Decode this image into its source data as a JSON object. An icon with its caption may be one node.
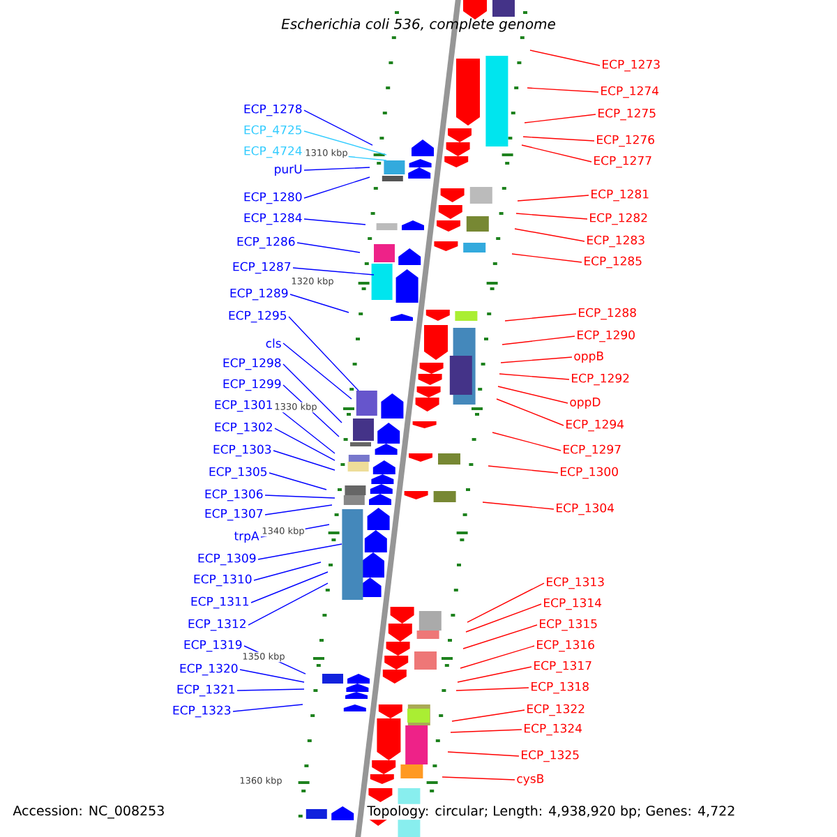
{
  "diagram": {
    "title": "Escherichia coli 536, complete genome",
    "nodes": [
      {
        "text": [
          "ECP_1278"
        ]
      },
      {
        "text": [
          "ECP_4725"
        ]
      },
      {
        "text": [
          "ECP_4724"
        ]
      },
      {
        "text": [
          "purU"
        ]
      },
      {
        "text": [
          "ECP_1280"
        ]
      },
      {
        "text": [
          "ECP_1284"
        ]
      },
      {
        "text": [
          "ECP_1286"
        ]
      },
      {
        "text": [
          "ECP_1287"
        ]
      },
      {
        "text": [
          "ECP_1289"
        ]
      },
      {
        "text": [
          "ECP_1295"
        ]
      },
      {
        "text": [
          "cls"
        ]
      },
      {
        "text": [
          "ECP_1298"
        ]
      },
      {
        "text": [
          "ECP_1299"
        ]
      },
      {
        "text": [
          "ECP_1301"
        ]
      },
      {
        "text": [
          "ECP_1302"
        ]
      },
      {
        "text": [
          "ECP_1303"
        ]
      },
      {
        "text": [
          "ECP_1305"
        ]
      },
      {
        "text": [
          "ECP_1306"
        ]
      },
      {
        "text": [
          "ECP_1307"
        ]
      },
      {
        "text": [
          "trpA"
        ]
      },
      {
        "text": [
          "ECP_1309"
        ]
      },
      {
        "text": [
          "ECP_1310"
        ]
      },
      {
        "text": [
          "ECP_1311"
        ]
      },
      {
        "text": [
          "ECP_1312"
        ]
      },
      {
        "text": [
          "ECP_1319"
        ]
      },
      {
        "text": [
          "ECP_1320"
        ]
      },
      {
        "text": [
          "ECP_1321"
        ]
      },
      {
        "text": [
          "ECP_1323"
        ]
      },
      {
        "text": [
          "ECP_1273"
        ]
      },
      {
        "text": [
          "ECP_1274"
        ]
      },
      {
        "text": [
          "ECP_1275"
        ]
      },
      {
        "text": [
          "ECP_1276"
        ]
      },
      {
        "text": [
          "ECP_1277"
        ]
      },
      {
        "text": [
          "ECP_1281"
        ]
      },
      {
        "text": [
          "ECP_1282"
        ]
      },
      {
        "text": [
          "ECP_1283"
        ]
      },
      {
        "text": [
          "ECP_1285"
        ]
      },
      {
        "text": [
          "ECP_1288"
        ]
      },
      {
        "text": [
          "ECP_1290"
        ]
      },
      {
        "text": [
          "oppB"
        ]
      },
      {
        "text": [
          "ECP_1292"
        ]
      },
      {
        "text": [
          "oppD"
        ]
      },
      {
        "text": [
          "ECP_1294"
        ]
      },
      {
        "text": [
          "ECP_1297"
        ]
      },
      {
        "text": [
          "ECP_1300"
        ]
      },
      {
        "text": [
          "ECP_1304"
        ]
      },
      {
        "text": [
          "ECP_1313"
        ]
      },
      {
        "text": [
          "ECP_1314"
        ]
      },
      {
        "text": [
          "ECP_1315"
        ]
      },
      {
        "text": [
          "ECP_1316"
        ]
      },
      {
        "text": [
          "ECP_1317"
        ]
      },
      {
        "text": [
          "ECP_1318"
        ]
      },
      {
        "text": [
          "ECP_1322"
        ]
      },
      {
        "text": [
          "ECP_1324"
        ]
      },
      {
        "text": [
          "ECP_1325"
        ]
      },
      {
        "text": [
          "cysB"
        ]
      }
    ],
    "edges": [
      {
        "from": 0,
        "to": null,
        "arrow": "none",
        "color": "#0000ff"
      },
      {
        "from": 1,
        "to": null,
        "arrow": "none",
        "color": "#33ccff"
      },
      {
        "from": 2,
        "to": null,
        "arrow": "none",
        "color": "#33ccff"
      },
      {
        "from": 3,
        "to": null,
        "arrow": "none",
        "color": "#0000ff"
      },
      {
        "from": 4,
        "to": null,
        "arrow": "none",
        "color": "#0000ff"
      },
      {
        "from": 5,
        "to": null,
        "arrow": "none",
        "color": "#0000ff"
      },
      {
        "from": 6,
        "to": null,
        "arrow": "none",
        "color": "#0000ff"
      },
      {
        "from": 7,
        "to": null,
        "arrow": "none",
        "color": "#0000ff"
      },
      {
        "from": 8,
        "to": null,
        "arrow": "none",
        "color": "#0000ff"
      },
      {
        "from": 9,
        "to": null,
        "arrow": "none",
        "color": "#0000ff"
      },
      {
        "from": 10,
        "to": null,
        "arrow": "none",
        "color": "#0000ff"
      },
      {
        "from": 11,
        "to": null,
        "arrow": "none",
        "color": "#0000ff"
      },
      {
        "from": 12,
        "to": null,
        "arrow": "none",
        "color": "#0000ff"
      },
      {
        "from": 13,
        "to": null,
        "arrow": "none",
        "color": "#0000ff"
      },
      {
        "from": 14,
        "to": null,
        "arrow": "none",
        "color": "#0000ff"
      },
      {
        "from": 15,
        "to": null,
        "arrow": "none",
        "color": "#0000ff"
      },
      {
        "from": 16,
        "to": null,
        "arrow": "none",
        "color": "#0000ff"
      },
      {
        "from": 17,
        "to": null,
        "arrow": "none",
        "color": "#0000ff"
      },
      {
        "from": 18,
        "to": null,
        "arrow": "none",
        "color": "#0000ff"
      },
      {
        "from": 19,
        "to": null,
        "arrow": "none",
        "color": "#0000ff"
      },
      {
        "from": 20,
        "to": null,
        "arrow": "none",
        "color": "#0000ff"
      },
      {
        "from": 21,
        "to": null,
        "arrow": "none",
        "color": "#0000ff"
      },
      {
        "from": 22,
        "to": null,
        "arrow": "none",
        "color": "#0000ff"
      },
      {
        "from": 23,
        "to": null,
        "arrow": "none",
        "color": "#0000ff"
      },
      {
        "from": 24,
        "to": null,
        "arrow": "none",
        "color": "#0000ff"
      },
      {
        "from": 25,
        "to": null,
        "arrow": "none",
        "color": "#0000ff"
      },
      {
        "from": 26,
        "to": null,
        "arrow": "none",
        "color": "#0000ff"
      },
      {
        "from": 27,
        "to": null,
        "arrow": "none",
        "color": "#0000ff"
      },
      {
        "from": 28,
        "to": null,
        "arrow": "none",
        "color": "#ff0000"
      },
      {
        "from": 29,
        "to": null,
        "arrow": "none",
        "color": "#ff0000"
      },
      {
        "from": 30,
        "to": null,
        "arrow": "none",
        "color": "#ff0000"
      },
      {
        "from": 31,
        "to": null,
        "arrow": "none",
        "color": "#ff0000"
      },
      {
        "from": 32,
        "to": null,
        "arrow": "none",
        "color": "#ff0000"
      },
      {
        "from": 33,
        "to": null,
        "arrow": "none",
        "color": "#ff0000"
      },
      {
        "from": 34,
        "to": null,
        "arrow": "none",
        "color": "#ff0000"
      },
      {
        "from": 35,
        "to": null,
        "arrow": "none",
        "color": "#ff0000"
      },
      {
        "from": 36,
        "to": null,
        "arrow": "none",
        "color": "#ff0000"
      },
      {
        "from": 37,
        "to": null,
        "arrow": "none",
        "color": "#ff0000"
      },
      {
        "from": 38,
        "to": null,
        "arrow": "none",
        "color": "#ff0000"
      },
      {
        "from": 39,
        "to": null,
        "arrow": "none",
        "color": "#ff0000"
      },
      {
        "from": 40,
        "to": null,
        "arrow": "none",
        "color": "#ff0000"
      },
      {
        "from": 41,
        "to": null,
        "arrow": "none",
        "color": "#ff0000"
      },
      {
        "from": 42,
        "to": null,
        "arrow": "none",
        "color": "#ff0000"
      },
      {
        "from": 43,
        "to": null,
        "arrow": "none",
        "color": "#ff0000"
      },
      {
        "from": 44,
        "to": null,
        "arrow": "none",
        "color": "#ff0000"
      },
      {
        "from": 45,
        "to": null,
        "arrow": "none",
        "color": "#ff0000"
      },
      {
        "from": 46,
        "to": null,
        "arrow": "none",
        "color": "#ff0000"
      },
      {
        "from": 47,
        "to": null,
        "arrow": "none",
        "color": "#ff0000"
      },
      {
        "from": 48,
        "to": null,
        "arrow": "none",
        "color": "#ff0000"
      },
      {
        "from": 49,
        "to": null,
        "arrow": "none",
        "color": "#ff0000"
      },
      {
        "from": 50,
        "to": null,
        "arrow": "none",
        "color": "#ff0000"
      },
      {
        "from": 51,
        "to": null,
        "arrow": "none",
        "color": "#ff0000"
      },
      {
        "from": 52,
        "to": null,
        "arrow": "none",
        "color": "#ff0000"
      },
      {
        "from": 53,
        "to": null,
        "arrow": "none",
        "color": "#ff0000"
      },
      {
        "from": 54,
        "to": null,
        "arrow": "none",
        "color": "#ff0000"
      },
      {
        "from": 55,
        "to": null,
        "arrow": "none",
        "color": "#ff0000"
      }
    ],
    "labels": [
      "1310 kbp",
      "1320 kbp",
      "1330 kbp",
      "1340 kbp",
      "1350 kbp",
      "1360 kbp",
      "Accession: NC_008253",
      "Topology: circular; Length: 4,938,920 bp; Genes: 4,722"
    ]
  }
}
